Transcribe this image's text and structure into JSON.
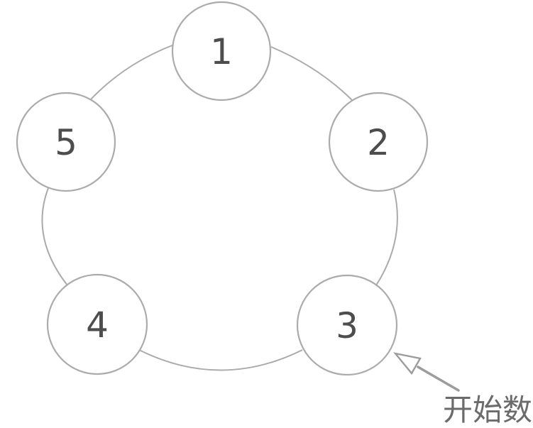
{
  "diagram": {
    "type": "circular-counting-diagram",
    "nodes": [
      {
        "label": "1",
        "position": "top"
      },
      {
        "label": "2",
        "position": "right"
      },
      {
        "label": "3",
        "position": "bottom-right"
      },
      {
        "label": "4",
        "position": "bottom-left"
      },
      {
        "label": "5",
        "position": "left"
      }
    ],
    "annotation": {
      "label": "开始数",
      "points_to_node": "3"
    },
    "colors": {
      "background": "#ffffff",
      "outline": "#ababab",
      "node_fill": "#ffffff",
      "number": "#4d4d4d",
      "arrow": "#9c9c9c",
      "annotation_text": "#6b6b6b"
    }
  }
}
